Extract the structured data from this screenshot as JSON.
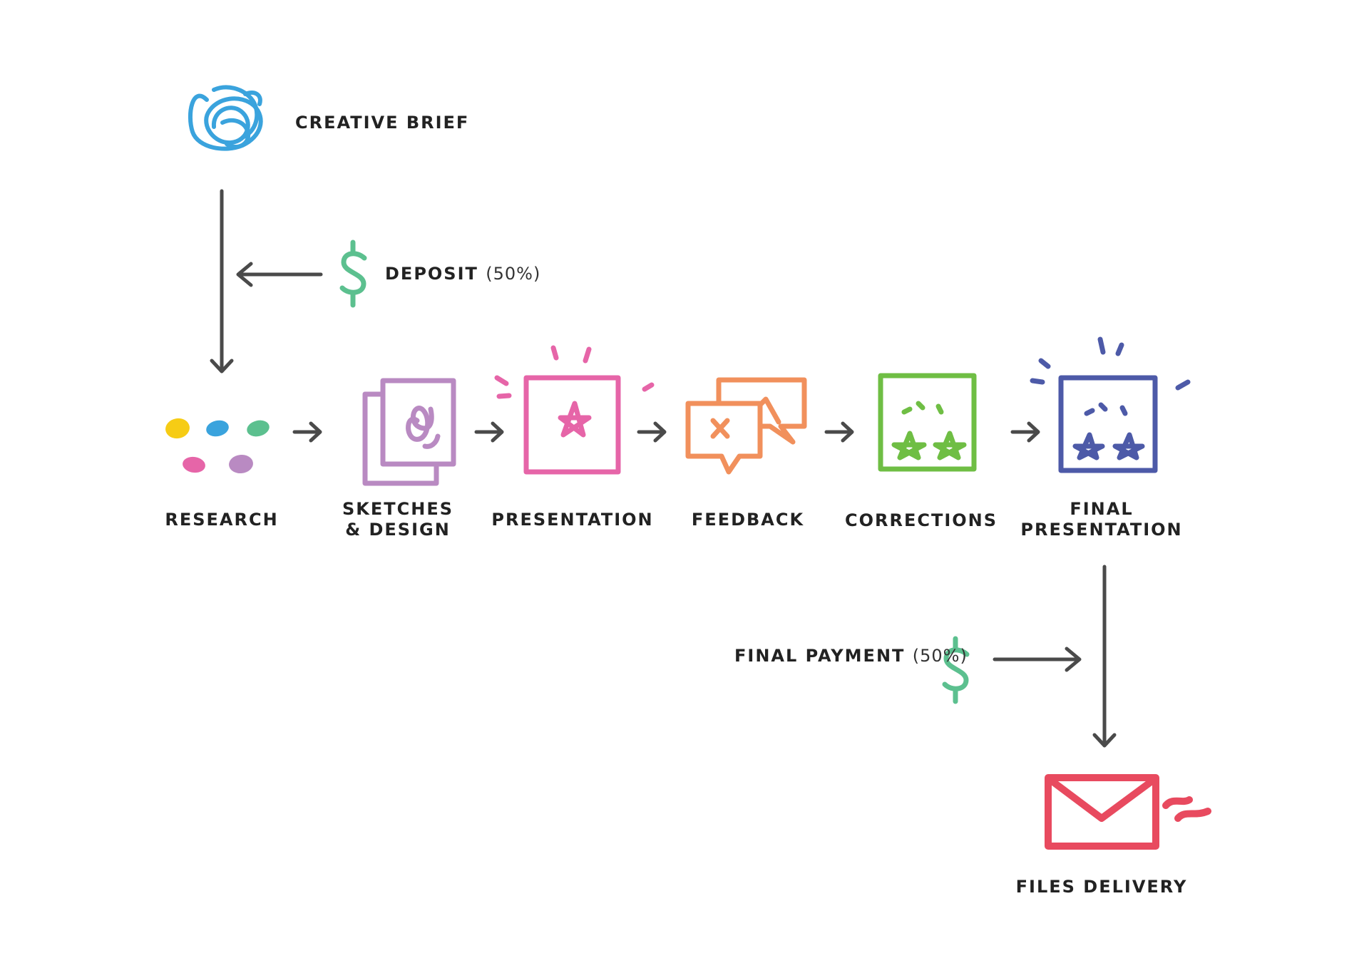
{
  "steps": {
    "creative_brief": "CREATIVE BRIEF",
    "research": "RESEARCH",
    "sketches_line1": "SKETCHES",
    "sketches_line2": "& DESIGN",
    "presentation": "PRESENTATION",
    "feedback": "FEEDBACK",
    "corrections": "CORRECTIONS",
    "final_line1": "FINAL",
    "final_line2": "PRESENTATION",
    "files_delivery": "FILES DELIVERY"
  },
  "payments": {
    "deposit": "DEPOSIT",
    "deposit_share": "(50%)",
    "final": "FINAL PAYMENT",
    "final_share": "(50%)",
    "currency_symbol": "$"
  },
  "colors": {
    "brief": "#3aa3dd",
    "money": "#5cc08f",
    "sketches": "#b98ac2",
    "presentation": "#e665a8",
    "feedback": "#f1905c",
    "corrections": "#6fbe44",
    "final": "#4d5aa8",
    "delivery": "#e84a5f",
    "arrows": "#4a4a4a"
  },
  "icons": {
    "brief": "scribble-icon",
    "deposit": "dollar-icon",
    "research": "color-dots-icon",
    "sketches": "sketch-pages-icon",
    "presentation": "star-frame-icon",
    "feedback": "speech-bubbles-icon",
    "corrections": "two-stars-frame-icon",
    "final": "two-stars-frame-icon",
    "payment": "dollar-icon",
    "delivery": "envelope-icon"
  }
}
